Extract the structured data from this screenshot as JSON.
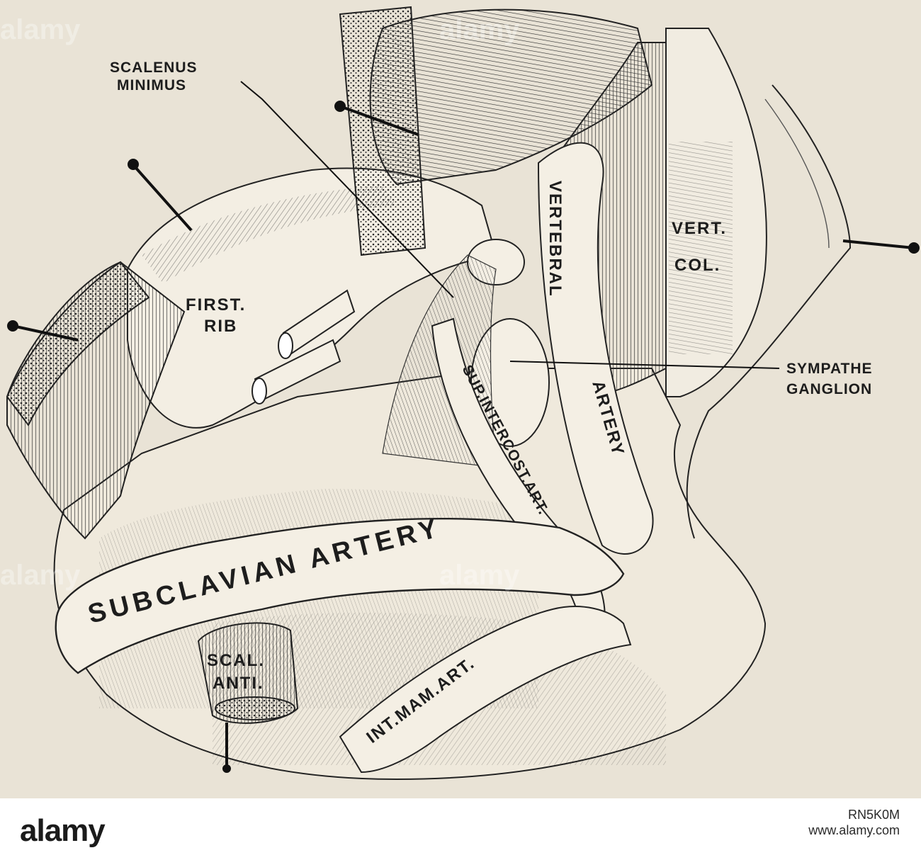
{
  "labels": {
    "scalenus_minimus_1": "SCALENUS",
    "scalenus_minimus_2": "MINIMUS",
    "first_rib_1": "FIRST.",
    "first_rib_2": "RIB",
    "vert_col_1": "VERT.",
    "vert_col_2": "COL.",
    "vertebral": "VERTEBRAL",
    "artery": "ARTERY",
    "sympathe": "SYMPATHE",
    "ganglion": "GANGLION",
    "sup_intercost": "SUP.INTERCOST.ART.",
    "subclavian_artery": "SUBCLAVIAN ARTERY",
    "int_mam_art": "INT.MAM.ART.",
    "scal": "SCAL.",
    "anti": "ANTI."
  },
  "footer": {
    "brand": "alamy",
    "image_id": "RN5K0M",
    "url": "www.alamy.com",
    "band_color": "#ffffff"
  },
  "watermark": "alamy",
  "colors": {
    "paper": "#e9e3d6",
    "ink": "#1d1d1d"
  }
}
